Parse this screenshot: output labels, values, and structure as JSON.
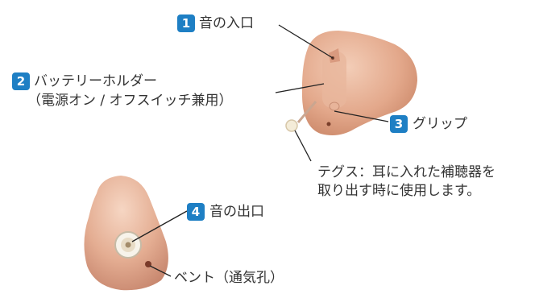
{
  "colors": {
    "badge": "#1e7fc4",
    "skin": "#e0a489",
    "skin_light": "#f0c9b3",
    "leader": "#222222"
  },
  "callouts": [
    {
      "number": "1",
      "text": "音の入口"
    },
    {
      "number": "2",
      "text": "バッテリーホルダー",
      "text2": "（電源オン / オフスイッチ兼用）"
    },
    {
      "number": "3",
      "text": "グリップ"
    },
    {
      "number": "4",
      "text": "音の出口"
    }
  ],
  "notes": {
    "tegusu_line1": "テグス：耳に入れた補聴器を",
    "tegusu_line2": "取り出す時に使用します。",
    "vent": "ベント（通気孔）"
  }
}
